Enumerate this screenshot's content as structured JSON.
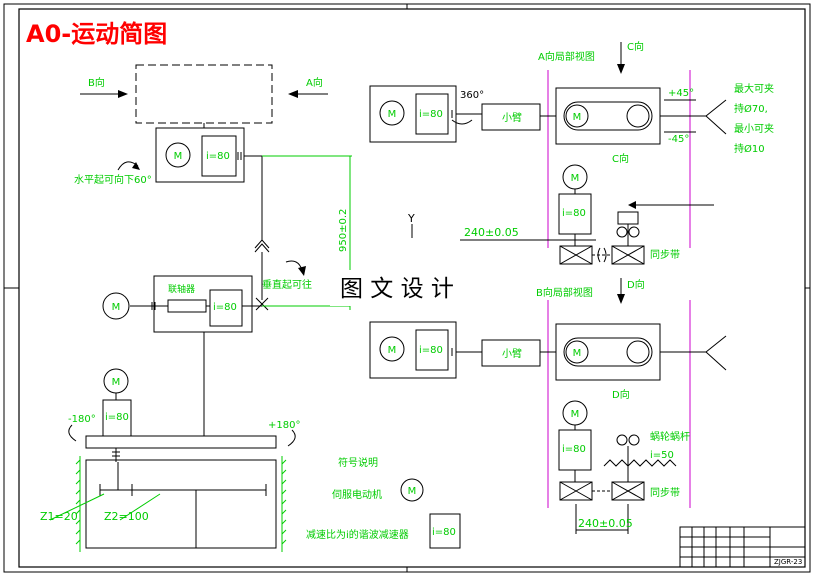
{
  "title": "A0-运动简图",
  "watermark": "图 文 设 计",
  "colors": {
    "line": "#000000",
    "annotation": "#00cc00",
    "title": "#ff0000",
    "section": "#cc00cc",
    "accent": "#ff00ff"
  },
  "labels": {
    "b_dir": "B向",
    "a_dir": "A向",
    "c_dir": "C向",
    "d_dir": "D向",
    "a_local_view": "A向局部视图",
    "b_local_view": "B向局部视图",
    "c_dir_small": "C向",
    "d_dir_small": "D向",
    "motor": "M",
    "ratio80": "i=80",
    "small_arm": "小臂",
    "coupling": "联轴器",
    "horiz_down": "水平起可向下60°",
    "vert_up": "垂直起可往",
    "dim_950": "950±0.2",
    "deg360": "360°",
    "plus45": "+45°",
    "minus45": "-45°",
    "max_clamp": "最大可夹",
    "phi70": "持Ø70,",
    "min_clamp": "最小可夹",
    "phi10": "持Ø10",
    "dim_240_top": "240±0.05",
    "sync_belt_top": "同步带",
    "sync_belt_bottom": "同步带",
    "worm": "蜗轮蜗杆",
    "ratio50": "i=50",
    "dim_240_bottom": "240±0.05",
    "minus180": "-180°",
    "plus180": "+180°",
    "z1": "Z1=20",
    "z2": "Z2=100",
    "legend_title": "符号说明",
    "legend_servo": "伺服电动机",
    "legend_reducer": "减速比为i的谐波减速器",
    "legend_ratio": "i=80",
    "axis_y": "Y",
    "tb_code": "ZJGR-23"
  }
}
